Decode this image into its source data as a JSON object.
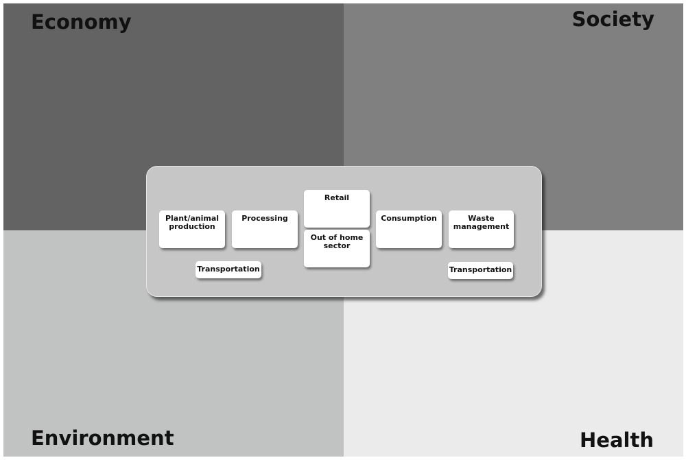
{
  "quadrants": {
    "top_left": {
      "label": "Economy",
      "color": "#636363"
    },
    "top_right": {
      "label": "Society",
      "color": "#808080"
    },
    "bottom_left": {
      "label": "Environment",
      "color": "#c1c3c2"
    },
    "bottom_right": {
      "label": "Health",
      "color": "#ebebeb"
    }
  },
  "food_chain": {
    "stages": {
      "plant_animal_production": "Plant/animal\nproduction",
      "processing": "Processing",
      "retail": "Retail",
      "out_of_home_sector": "Out of home\nsector",
      "consumption": "Consumption",
      "waste_management": "Waste\nmanagement"
    },
    "transportation_left": "Transportation",
    "transportation_right": "Transportation"
  }
}
